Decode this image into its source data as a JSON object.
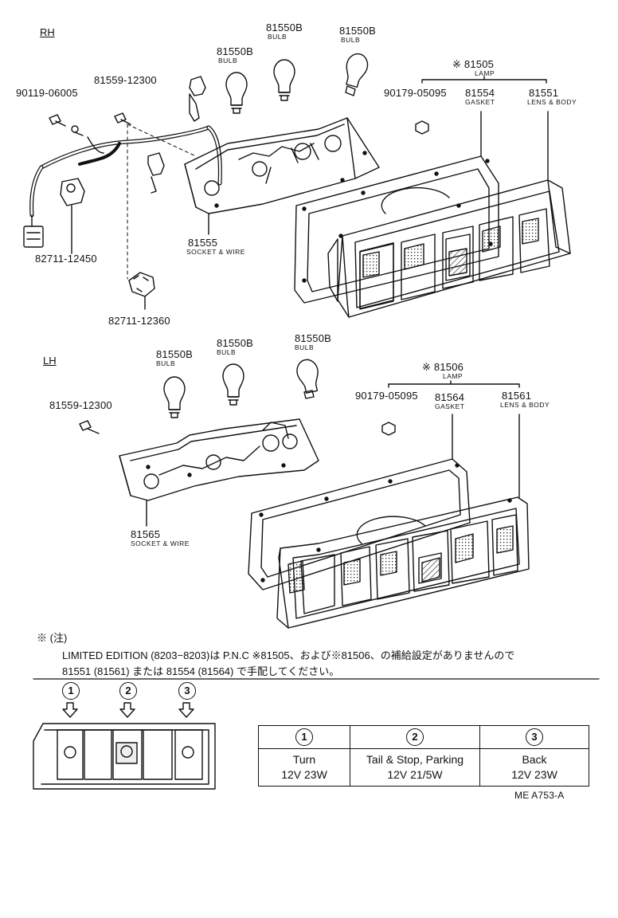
{
  "sections": {
    "rh": "RH",
    "lh": "LH"
  },
  "rh_labels": {
    "bulb_1": {
      "pn": "81550B",
      "desc": "BULB"
    },
    "bulb_2": {
      "pn": "81550B",
      "desc": "BULB"
    },
    "bulb_3": {
      "pn": "81550B",
      "desc": "BULB"
    },
    "lamp": {
      "pn": "※ 81505",
      "desc": "LAMP"
    },
    "screw_left": {
      "pn": "90119-06005"
    },
    "screw_right": {
      "pn": "81559-12300"
    },
    "nut": {
      "pn": "90179-05095"
    },
    "gasket": {
      "pn": "81554",
      "desc": "GASKET"
    },
    "lens": {
      "pn": "81551",
      "desc": "LENS & BODY"
    },
    "socket_wire": {
      "pn": "81555",
      "desc": "SOCKET & WIRE"
    },
    "connector_1": {
      "pn": "82711-12450"
    },
    "connector_2": {
      "pn": "82711-12360"
    }
  },
  "lh_labels": {
    "bulb_1": {
      "pn": "81550B",
      "desc": "BULB"
    },
    "bulb_2": {
      "pn": "81550B",
      "desc": "BULB"
    },
    "bulb_3": {
      "pn": "81550B",
      "desc": "BULB"
    },
    "lamp": {
      "pn": "※ 81506",
      "desc": "LAMP"
    },
    "screw": {
      "pn": "81559-12300"
    },
    "nut": {
      "pn": "90179-05095"
    },
    "gasket": {
      "pn": "81564",
      "desc": "GASKET"
    },
    "lens": {
      "pn": "81561",
      "desc": "LENS & BODY"
    },
    "socket_wire": {
      "pn": "81565",
      "desc": "SOCKET & WIRE"
    }
  },
  "note": {
    "mark": "※ (注)",
    "line1": "LIMITED EDITION (8203−8203)は P.N.C ※81505、および※81506、の補給設定がありませんので",
    "line2": "81551 (81561) または 81554 (81564) で手配してください。"
  },
  "position_markers": [
    "1",
    "2",
    "3"
  ],
  "spec_table": {
    "headers": [
      "1",
      "2",
      "3"
    ],
    "rows": [
      {
        "function": "Turn",
        "rating": "12V 23W"
      },
      {
        "function": "Tail & Stop, Parking",
        "rating": "12V 21/5W"
      },
      {
        "function": "Back",
        "rating": "12V 23W"
      }
    ]
  },
  "figure_id": "ME A753-A"
}
